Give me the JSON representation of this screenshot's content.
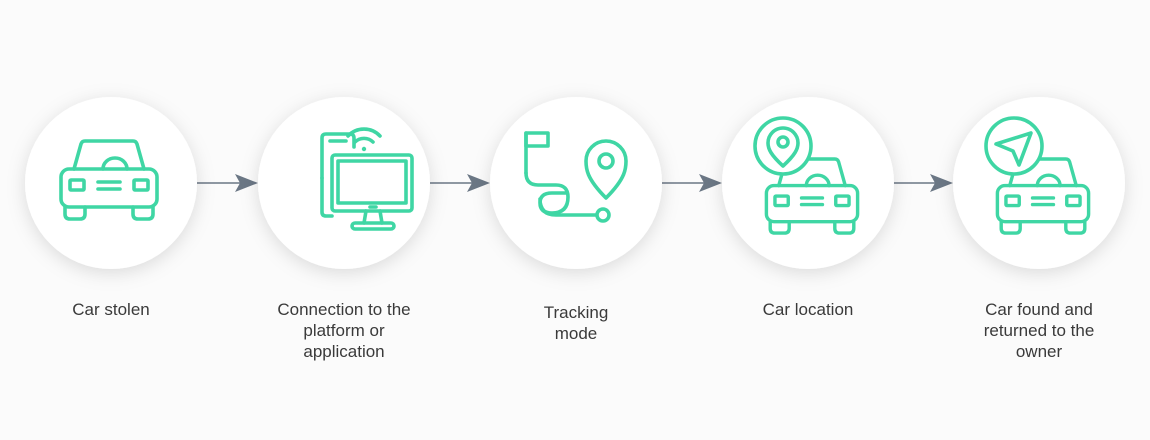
{
  "steps": [
    {
      "label": "Car stolen",
      "icon": "car-icon"
    },
    {
      "label": "Connection to the platform or application",
      "icon": "devices-wifi-icon"
    },
    {
      "label": "Tracking mode",
      "icon": "route-tracking-icon"
    },
    {
      "label": "Car location",
      "icon": "car-location-pin-icon"
    },
    {
      "label": "Car found and returned to the owner",
      "icon": "car-navigation-icon"
    }
  ],
  "colors": {
    "icon": "#3fd6a4",
    "arrow": "#6b7785",
    "text": "#3a3a3a",
    "circle": "#ffffff"
  }
}
